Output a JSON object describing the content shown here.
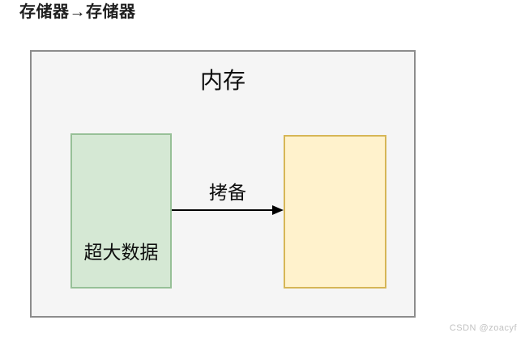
{
  "page": {
    "title": "存储器→存储器"
  },
  "diagram": {
    "container": {
      "label": "内存"
    },
    "source_box": {
      "label": "超大数据"
    },
    "target_box": {
      "label": ""
    },
    "arrow": {
      "label": "拷备",
      "direction": "right"
    }
  },
  "watermark": {
    "text": "CSDN @zoacyf"
  },
  "colors": {
    "title_text": "#1f1f1f",
    "container_fill": "#f5f5f5",
    "container_border": "#8c8c8c",
    "source_fill": "#d5e8d4",
    "source_border": "#97c097",
    "target_fill": "#fff2cc",
    "target_border": "#d6b656",
    "arrow_color": "#000000",
    "watermark_color": "#c2c2c2"
  }
}
